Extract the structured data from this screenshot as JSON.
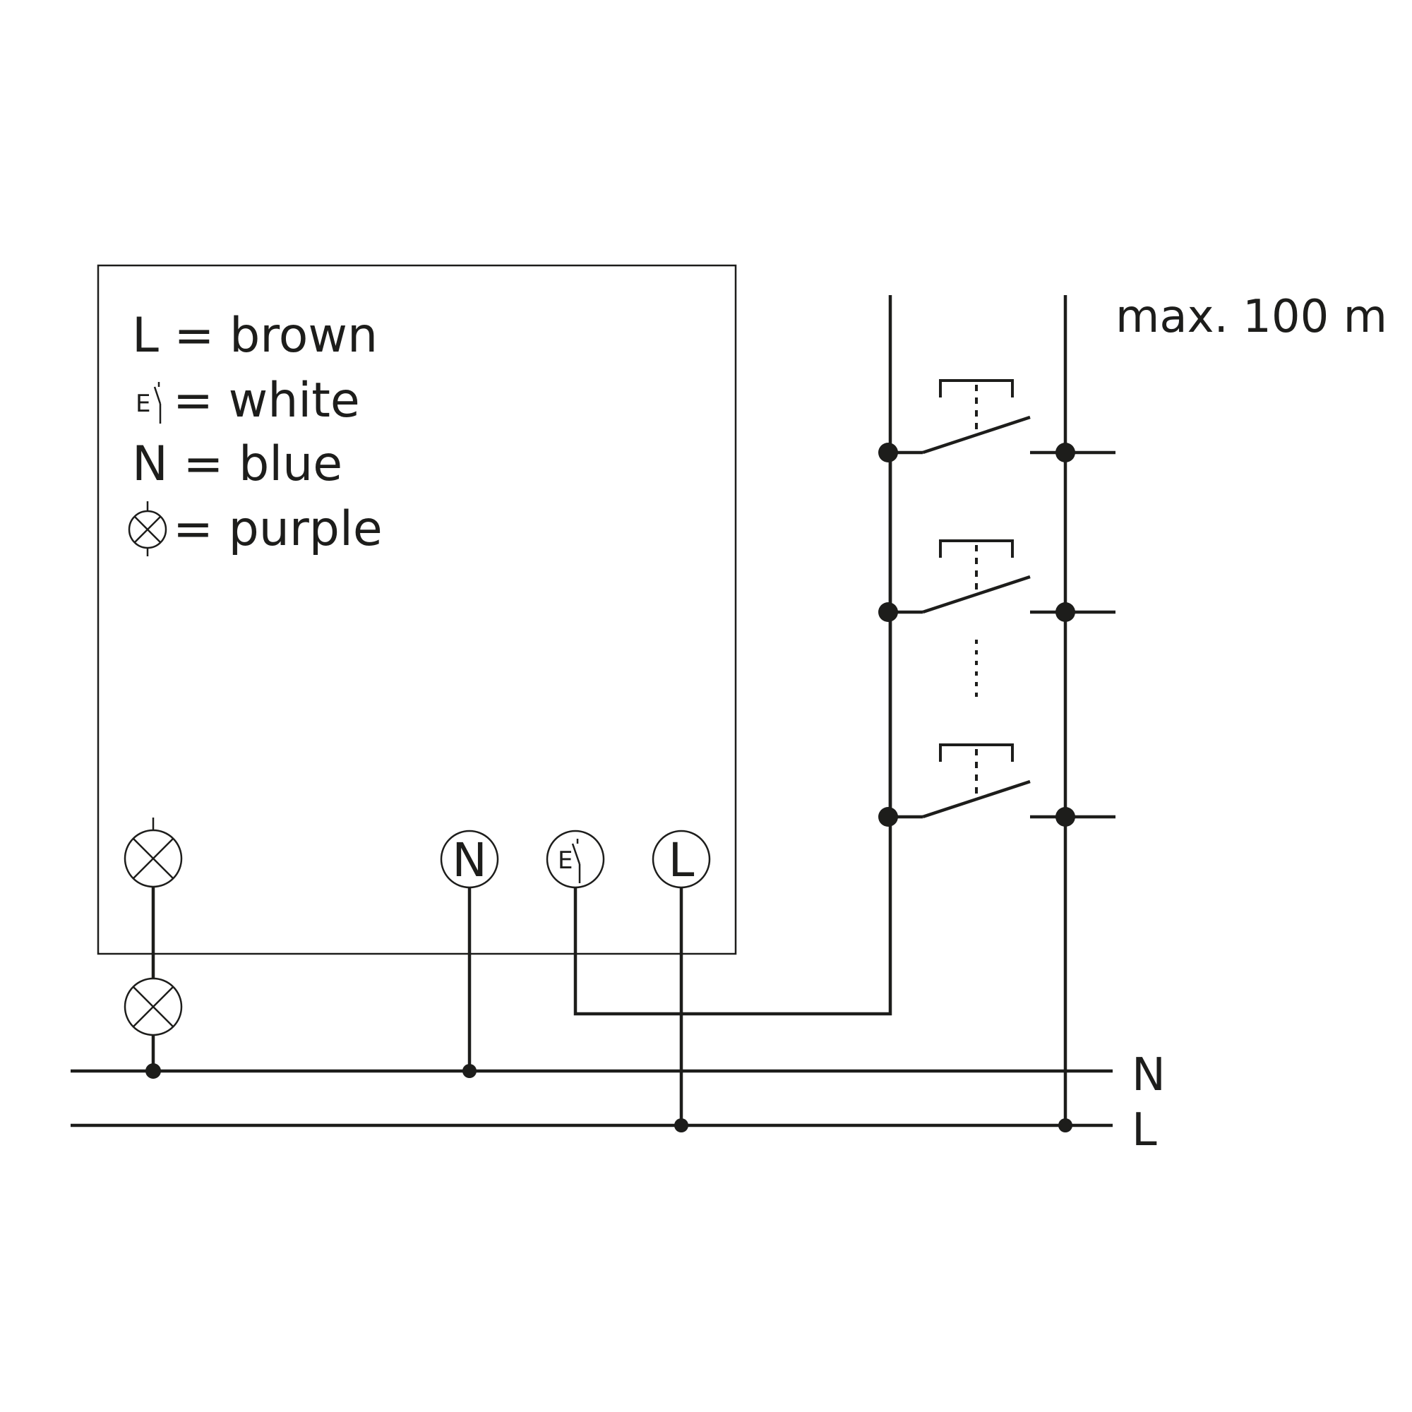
{
  "legend": {
    "line1": "L = brown",
    "line2_prefix_label": "E",
    "line2": "= white",
    "line3": "N = blue",
    "line4": "= purple"
  },
  "terminals": {
    "neutral": "N",
    "switch_input": "E",
    "live": "L"
  },
  "bus_labels": {
    "neutral": "N",
    "live": "L"
  },
  "max_length_label": "max. 100 m",
  "colors": {
    "line": "#1d1d1b",
    "background": "#ffffff"
  }
}
